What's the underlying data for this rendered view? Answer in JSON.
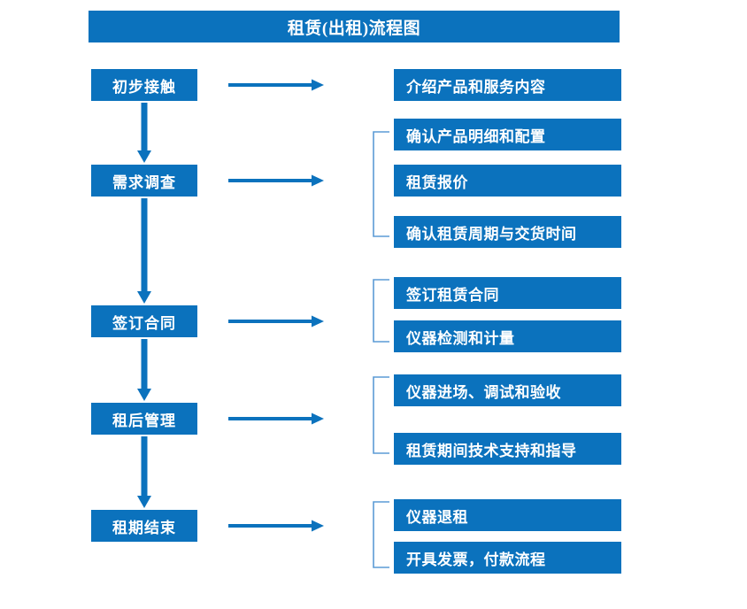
{
  "chart_data": {
    "type": "diagram",
    "title": "租赁(出租)流程图",
    "diagram_kind": "flowchart",
    "accent_color": "#0b72bd",
    "bracket_color": "#5b9bd5",
    "background": "#ffffff",
    "stages": [
      {
        "label": "初步接触",
        "details": [
          "介绍产品和服务内容"
        ],
        "has_bracket": false,
        "next": "需求调查"
      },
      {
        "label": "需求调查",
        "details": [
          "确认产品明细和配置",
          "租赁报价",
          "确认租赁周期与交货时间"
        ],
        "has_bracket": true,
        "next": "签订合同"
      },
      {
        "label": "签订合同",
        "details": [
          "签订租赁合同",
          "仪器检测和计量"
        ],
        "has_bracket": true,
        "next": "租后管理"
      },
      {
        "label": "租后管理",
        "details": [
          "仪器进场、调试和验收",
          "租赁期间技术支持和指导"
        ],
        "has_bracket": true,
        "next": "租期结束"
      },
      {
        "label": "租期结束",
        "details": [
          "仪器退租",
          "开具发票，付款流程"
        ],
        "has_bracket": true,
        "next": null
      }
    ]
  },
  "header": {
    "title": "租赁(出租)流程图"
  },
  "stages": [
    {
      "label": "初步接触"
    },
    {
      "label": "需求调查"
    },
    {
      "label": "签订合同"
    },
    {
      "label": "租后管理"
    },
    {
      "label": "租期结束"
    }
  ],
  "details": [
    {
      "label": "介绍产品和服务内容"
    },
    {
      "label": "确认产品明细和配置"
    },
    {
      "label": "租赁报价"
    },
    {
      "label": "确认租赁周期与交货时间"
    },
    {
      "label": "签订租赁合同"
    },
    {
      "label": "仪器检测和计量"
    },
    {
      "label": "仪器进场、调试和验收"
    },
    {
      "label": "租赁期间技术支持和指导"
    },
    {
      "label": "仪器退租"
    },
    {
      "label": "开具发票，付款流程"
    }
  ]
}
